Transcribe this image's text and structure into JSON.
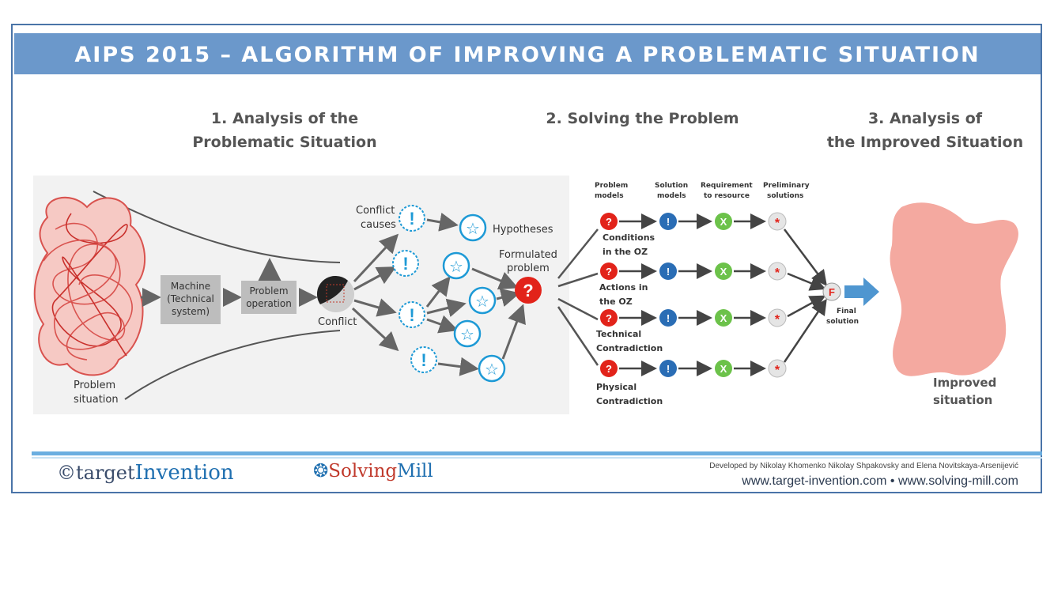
{
  "title": "AIPS 2015 – ALGORITHM OF IMPROVING A PROBLEMATIC SITUATION",
  "stages": {
    "stage1": [
      "1. Analysis of the",
      "Problematic Situation"
    ],
    "stage2": "2. Solving the Problem",
    "stage3": [
      "3. Analysis of",
      "the Improved Situation"
    ]
  },
  "left_diagram": {
    "problem_situation": [
      "Problem",
      "situation"
    ],
    "machine": [
      "Machine",
      "(Technical",
      "system)"
    ],
    "problem_operation": [
      "Problem",
      "operation"
    ],
    "conflict": "Conflict",
    "conflict_causes": [
      "Conflict",
      "causes"
    ],
    "hypotheses": "Hypotheses",
    "formulated_problem": [
      "Formulated",
      "problem"
    ]
  },
  "right_diagram": {
    "column_headers": [
      [
        "Problem",
        "models"
      ],
      [
        "Solution",
        "models"
      ],
      [
        "Requirement",
        "to resource"
      ],
      [
        "Preliminary",
        "solutions"
      ]
    ],
    "row_labels": [
      [
        "Conditions",
        "in the OZ"
      ],
      [
        "Actions in",
        "the OZ"
      ],
      [
        "Technical",
        "Contradiction"
      ],
      [
        "Physical",
        "Contradiction"
      ]
    ],
    "final_solution": [
      "Final",
      "solution"
    ],
    "final_symbol": "F",
    "improved_situation": [
      "Improved",
      "situation"
    ]
  },
  "footer": {
    "target_prefix": "©target",
    "target_suffix": "Invention",
    "solving_prefix": "Solving",
    "solving_suffix": "Mill",
    "credit": "Developed by Nikolay Khomenko Nikolay Shpakovsky and Elena Novitskaya-Arsenijević",
    "urls": "www.target-invention.com • www.solving-mill.com"
  },
  "colors": {
    "title_bar": "#6b98cb",
    "problem_red": "#e2231a",
    "solution_blue": "#2a6db5",
    "resource_green": "#6cc24a",
    "hypothesis_blue": "#1e9ad6",
    "improved_fill": "#f4a9a0"
  }
}
